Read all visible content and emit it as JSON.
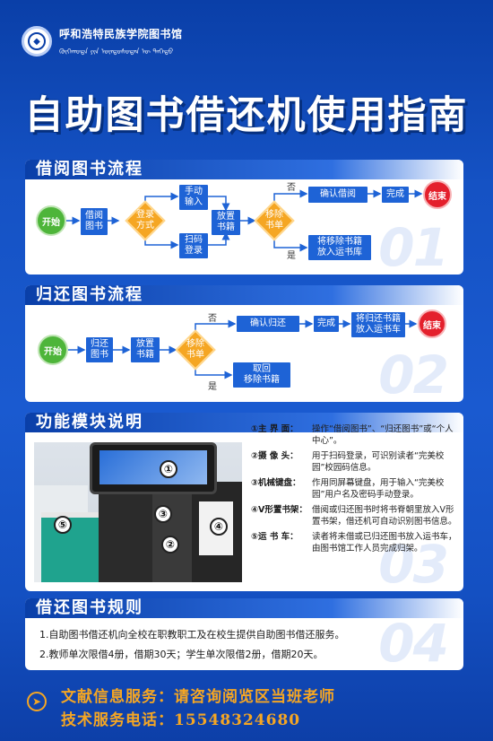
{
  "header": {
    "institution": "呼和浩特民族学院图书馆",
    "institution_mongolian": "ᠬᠥᠬᠡᠬᠣᠲᠠ ᠶᠢᠨ ᠦᠨᠳᠦᠰᠦᠲᠡᠨ ᠦ ᠳᠡᠭᠡᠳᠦ"
  },
  "title": "自助图书借还机使用指南",
  "borrow": {
    "section_title": "借阅图书流程",
    "bg_number": "01",
    "start": "开始",
    "step_borrow": "借阅\n图书",
    "login": "登录\n方式",
    "manual": "手动\n输入",
    "scan": "扫码\n登录",
    "place": "放置\n书籍",
    "remove": "移除\n书单",
    "no": "否",
    "yes": "是",
    "confirm": "确认借阅",
    "done": "完成",
    "end": "结束",
    "put_back": "将移除书籍\n放入运书库"
  },
  "return": {
    "section_title": "归还图书流程",
    "bg_number": "02",
    "start": "开始",
    "step_return": "归还\n图书",
    "place": "放置\n书籍",
    "remove": "移除\n书单",
    "no": "否",
    "yes": "是",
    "confirm": "确认归还",
    "done": "完成",
    "put_cart": "将归还书籍\n放入运书车",
    "end": "结束",
    "take_back": "取回\n移除书籍"
  },
  "modules": {
    "section_title": "功能模块说明",
    "bg_number": "03",
    "markers": [
      "①",
      "②",
      "③",
      "④",
      "⑤"
    ],
    "items": [
      {
        "key": "①主 界 面：",
        "value": "操作“借阅图书”、“归还图书”或“个人中心”。"
      },
      {
        "key": "②摄 像 头：",
        "value": "用于扫码登录，可识别读者“完美校园”校园码信息。"
      },
      {
        "key": "③机械键盘：",
        "value": "作用同屏幕键盘，用于输入“完美校园”用户名及密码手动登录。"
      },
      {
        "key": "④V形置书架：",
        "value": "借阅或归还图书时将书脊朝里放入V形置书架，借还机可自动识别图书信息。"
      },
      {
        "key": "⑤运 书 车：",
        "value": "读者将未借或已归还图书放入运书车，由图书馆工作人员完成归架。"
      }
    ]
  },
  "rules": {
    "section_title": "借还图书规则",
    "bg_number": "04",
    "items": [
      "1.自助图书借还机向全校在职教职工及在校生提供自助图书借还服务。",
      "2.教师单次限借4册，借期30天；学生单次限借2册，借期20天。"
    ]
  },
  "footer": {
    "service": "文献信息服务：请咨询阅览区当班老师",
    "phone": "技术服务电话：15548324680"
  },
  "colors": {
    "background": "#1552c4",
    "box_blue": "#1e63d6",
    "diamond": "#f5a623",
    "start_green": "#4eb53a",
    "end_red": "#e4202c",
    "footer_text": "#f5a623"
  }
}
